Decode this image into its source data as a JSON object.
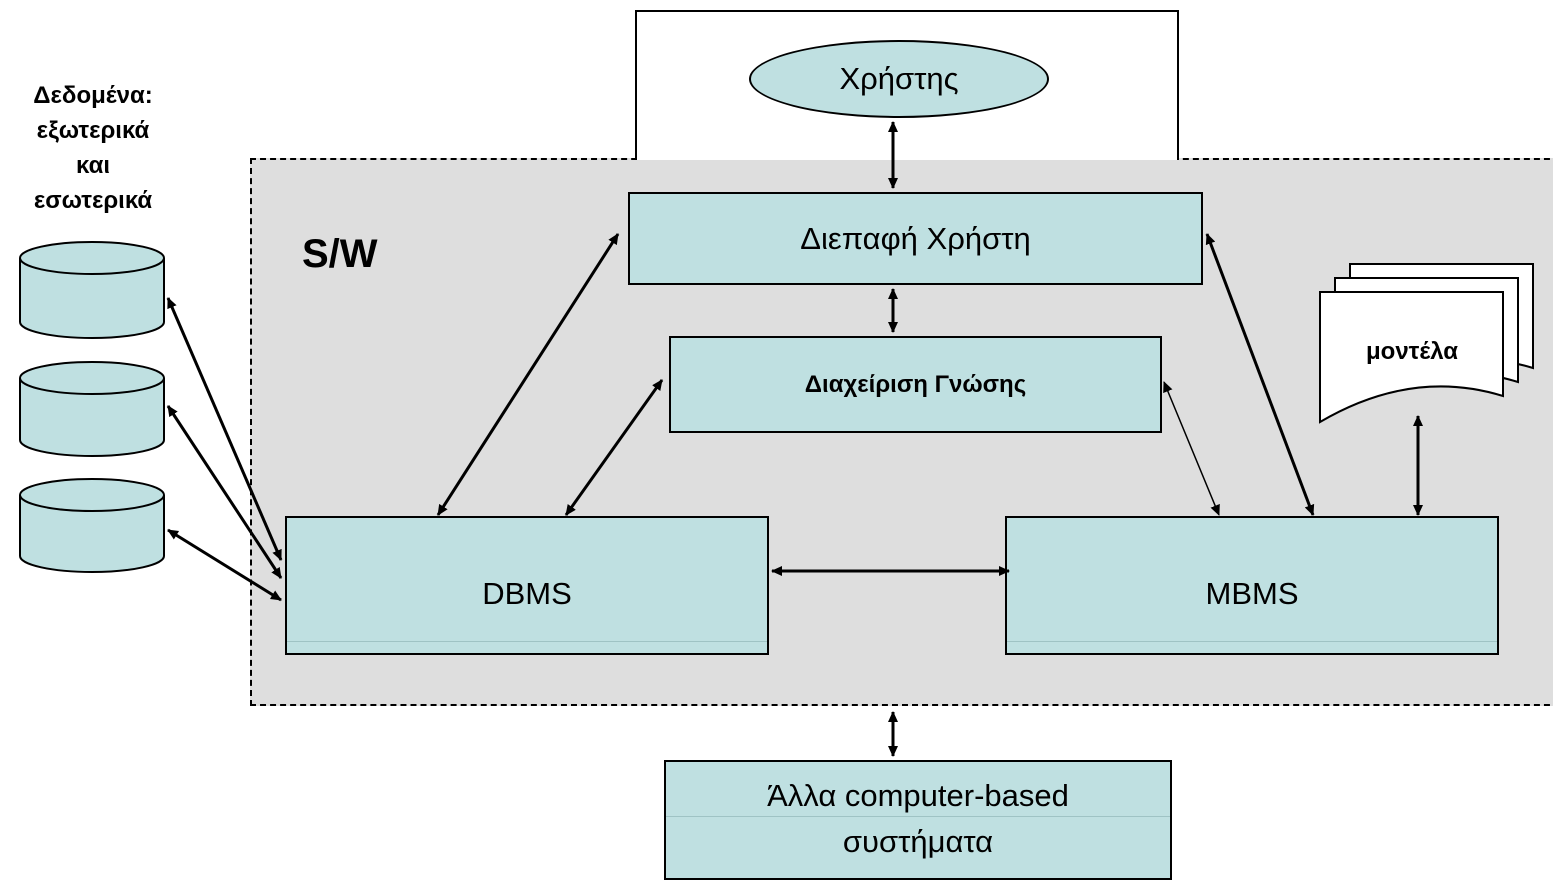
{
  "user": {
    "label": "Χρήστης"
  },
  "sw_label": "S/W",
  "data_sources": {
    "title_lines": [
      "Δεδομένα:",
      "εξωτερικά",
      "και",
      "εσωτερικά"
    ]
  },
  "components": {
    "user_interface": "Διεπαφή Χρήστη",
    "knowledge_management": "Διαχείριση Γνώσης",
    "dbms": "DBMS",
    "mbms": "MBMS",
    "models": "μοντέλα"
  },
  "other_systems": {
    "line1": "Άλλα computer-based",
    "line2": "συστήματα"
  },
  "colors": {
    "box_fill": "#bfe0e1",
    "sw_region_fill": "#dedede",
    "stroke": "#000000"
  }
}
